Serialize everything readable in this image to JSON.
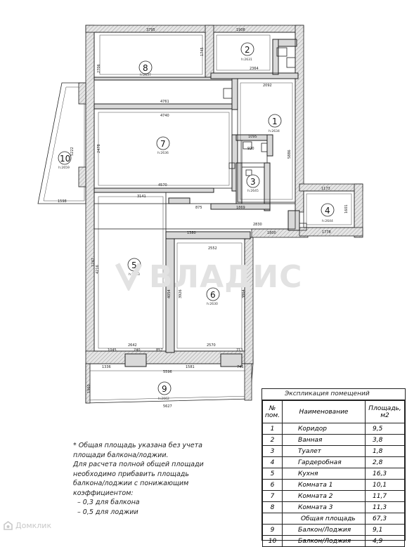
{
  "rooms": [
    {
      "num": "1",
      "height": "h:2634"
    },
    {
      "num": "2",
      "height": "h:2631"
    },
    {
      "num": "3",
      "height": "h:2645"
    },
    {
      "num": "4",
      "height": "h:2644"
    },
    {
      "num": "5",
      "height": "h:2633"
    },
    {
      "num": "6",
      "height": "h:2630"
    },
    {
      "num": "7",
      "height": "h:2636"
    },
    {
      "num": "8",
      "height": "h:2637"
    },
    {
      "num": "9",
      "height": "h:2662"
    },
    {
      "num": "10",
      "height": "h:2659"
    }
  ],
  "dims": {
    "d3795": "3795",
    "d1908": "1908",
    "d2364": "2364",
    "d4761": "4761",
    "d4740": "4740",
    "d4570": "4570",
    "d3141": "3141",
    "d1095": "1095",
    "d920": "920",
    "d2092": "2092",
    "d2830": "2830",
    "d1800": "1800",
    "d1380": "1380",
    "d2552": "2552",
    "d2570": "2570",
    "d2642": "2642",
    "d1045": "1045",
    "d740": "740",
    "d857": "857",
    "d713": "713",
    "d1336": "1336",
    "d1581": "1581",
    "d745": "745",
    "d5596": "5596",
    "d5627": "5627",
    "d1598": "1598",
    "d1173": "1173",
    "d1778": "1778",
    "d1869": "1869",
    "d875": "875",
    "d1960": "1960",
    "d2706": "2706",
    "d2478": "2478",
    "d5222": "5222",
    "d4216": "4216",
    "d4054": "4054",
    "d3864": "3864",
    "d3926": "3926",
    "d1601": "1601",
    "d5886": "5886",
    "d1247": "1247",
    "d1745": "1745"
  },
  "explication": {
    "title": "Экспликация помещений",
    "headers": {
      "num": "№ пом.",
      "name": "Наименование",
      "area": "Площадь, м2"
    },
    "rows": [
      {
        "num": "1",
        "name": "Коридор",
        "area": "9,5"
      },
      {
        "num": "2",
        "name": "Ванная",
        "area": "3,8"
      },
      {
        "num": "3",
        "name": "Туалет",
        "area": "1,8"
      },
      {
        "num": "4",
        "name": "Гардеробная",
        "area": "2,8"
      },
      {
        "num": "5",
        "name": "Кухня",
        "area": "16,3"
      },
      {
        "num": "6",
        "name": "Комната 1",
        "area": "10,1"
      },
      {
        "num": "7",
        "name": "Комната 2",
        "area": "11,7"
      },
      {
        "num": "8",
        "name": "Комната 3",
        "area": "11,3"
      },
      {
        "num": "",
        "name": "Общая площадь",
        "area": "67,3"
      },
      {
        "num": "9",
        "name": "Балкон/Лоджия",
        "area": "9,1"
      },
      {
        "num": "10",
        "name": "Балкон/Лоджия",
        "area": "4,9"
      }
    ]
  },
  "note": {
    "line1": "*   Общая площадь указана без учета площади балкона/лоджии.",
    "line2": "Для расчета полной общей площади необходимо прибавить площадь балкона/лоджии с понижающим коэффициентом:",
    "item1": "–      0,3 для балкона",
    "item2": "–      0,5 для лоджии"
  },
  "watermark": "ВЛАДИС",
  "domklik": "Домклик"
}
